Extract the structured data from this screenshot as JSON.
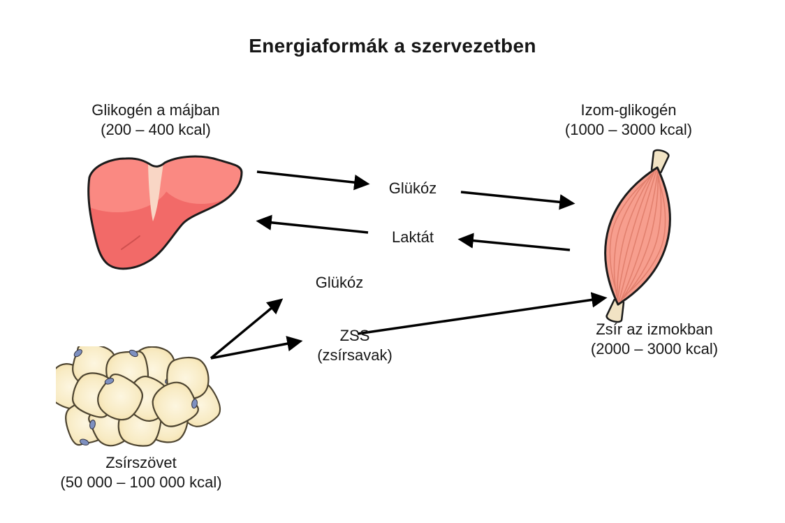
{
  "title": "Energiaformák a szervezetben",
  "nodes": {
    "liver": {
      "name": "Glikogén a májban",
      "amount": "(200 – 400 kcal)"
    },
    "muscle_glycogen": {
      "name": "Izom-glikogén",
      "amount": "(1000 – 3000 kcal)"
    },
    "muscle_fat": {
      "name": "Zsír az izmokban",
      "amount": "(2000 – 3000 kcal)"
    },
    "adipose": {
      "name": "Zsírszövet",
      "amount": "(50 000 – 100 000 kcal)"
    }
  },
  "flows": {
    "glucose_liver_to_muscle": "Glükóz",
    "lactate_muscle_to_liver": "Laktát",
    "glucose_from_adipose": "Glükóz",
    "fatty_acids": "ZSS",
    "fatty_acids_sub": "(zsírsavak)"
  },
  "icons": {
    "liver": "liver-illustration",
    "muscle": "muscle-illustration",
    "adipose": "fat-tissue-illustration"
  },
  "colors": {
    "background": "#ffffff",
    "text": "#161616",
    "arrow": "#000000",
    "liver_main": "#f26a68",
    "liver_highlight": "#fa8982",
    "liver_ligament": "#f9d6c5",
    "muscle_body": "#f79e8e",
    "muscle_striation": "#e2806e",
    "tendon": "#f1e3c4",
    "fat_cell": "#f6e4b4",
    "fat_cell_light": "#fdf6e0",
    "fat_outline": "#4d4430",
    "nucleus": "#7e90c0",
    "outline": "#1b1b1b"
  }
}
